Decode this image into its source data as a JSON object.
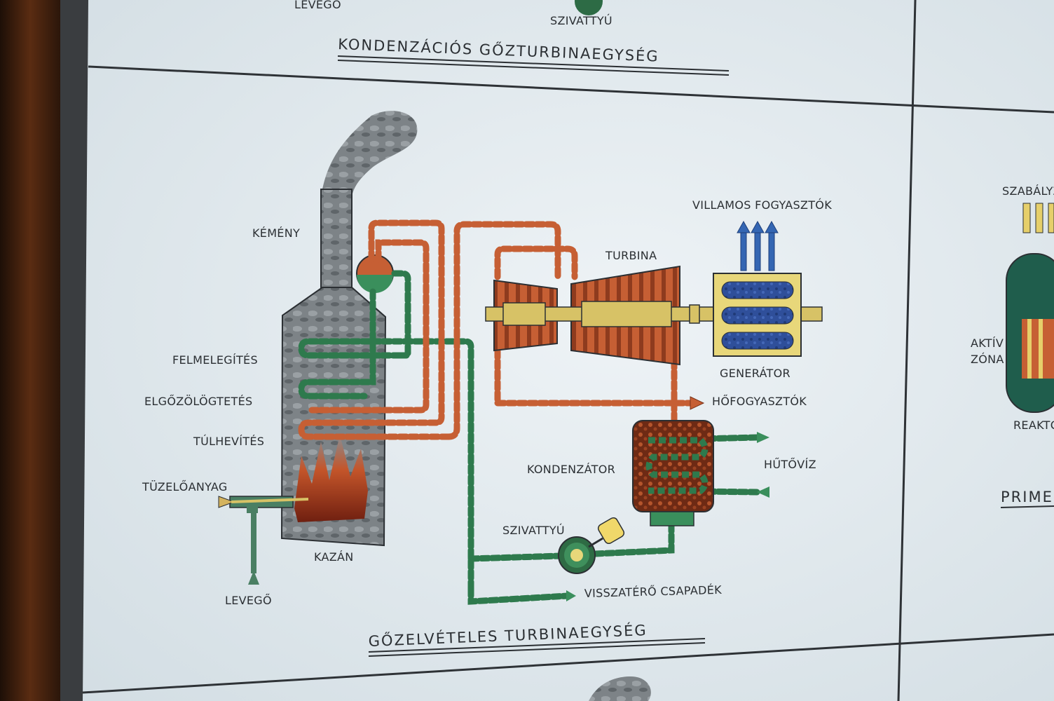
{
  "top_panel": {
    "partial_label_left": "LEVEGŐ",
    "pump_label": "SZIVATTYÚ",
    "title": "KONDENZÁCIÓS GŐZTURBINAEGYSÉG"
  },
  "main_panel": {
    "title": "GŐZELVÉTELES TURBINAEGYSÉG",
    "labels": {
      "chimney": "KÉMÉNY",
      "preheating": "FELMELEGÍTÉS",
      "evaporation": "ELGŐZÖLÖGTETÉS",
      "superheating": "TÚLHEVÍTÉS",
      "fuel": "TÜZELŐANYAG",
      "boiler": "KAZÁN",
      "air": "LEVEGŐ",
      "turbine": "TURBINA",
      "consumers": "VILLAMOS FOGYASZTÓK",
      "generator": "GENERÁTOR",
      "heat_consumers": "HŐFOGYASZTÓK",
      "condenser": "KONDENZÁTOR",
      "cooling_water": "HŰTŐVÍZ",
      "pump": "SZIVATTYÚ",
      "return_condensate": "VISSZATÉRŐ CSAPADÉK"
    }
  },
  "right_panel": {
    "partial_label_top": "SZABÁLYZ",
    "active_line1": "AKTÍV",
    "active_line2": "ZÓNA",
    "reactor_partial": "REAKTO",
    "title_partial": "PRIME"
  },
  "colors": {
    "panel": "#e3ebef",
    "steam_pipe": "#c4653a",
    "water_pipe": "#3a8f5c",
    "rotor": "#d7c266",
    "boiler": "#8e9499",
    "arrow_blue": "#3466b3"
  }
}
